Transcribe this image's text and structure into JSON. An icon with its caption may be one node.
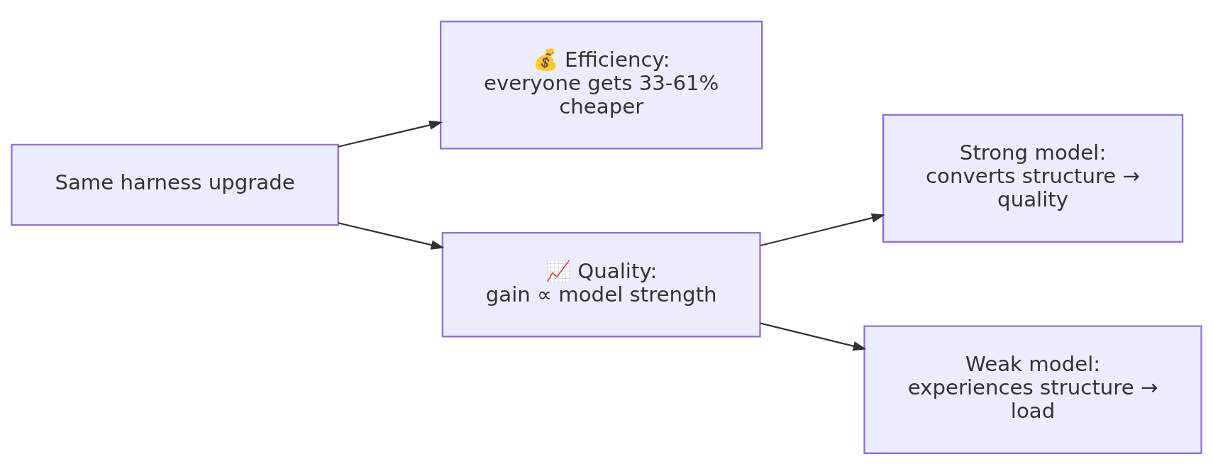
{
  "diagram": {
    "nodes": [
      {
        "text": [
          "Same harness upgrade"
        ]
      },
      {
        "text": [
          "💰 Efficiency:",
          "everyone gets 33-61% cheaper"
        ]
      },
      {
        "text": [
          "📈 Quality:",
          "gain ∝ model strength"
        ]
      },
      {
        "text": [
          "Strong model:",
          "converts structure → quality"
        ]
      },
      {
        "text": [
          "Weak model:",
          "experiences structure → load"
        ]
      }
    ],
    "edges": [
      {
        "from": 0,
        "to": 1,
        "arrow": "to"
      },
      {
        "from": 0,
        "to": 2,
        "arrow": "to"
      },
      {
        "from": 2,
        "to": 3,
        "arrow": "to"
      },
      {
        "from": 2,
        "to": 4,
        "arrow": "to"
      }
    ]
  }
}
